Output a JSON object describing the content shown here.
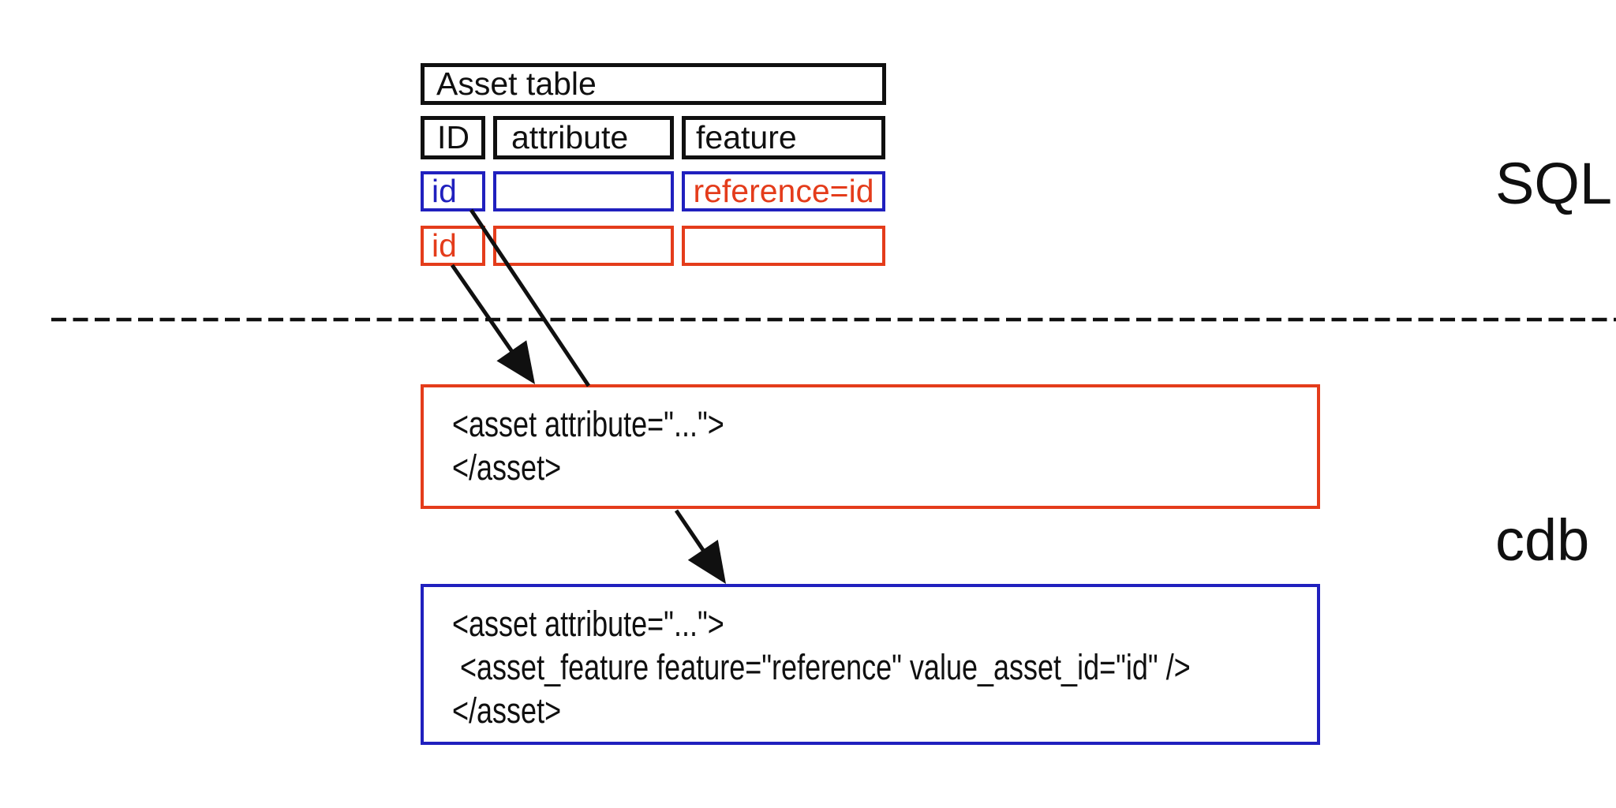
{
  "colors": {
    "red": "#e43c1b",
    "blue": "#2020be",
    "ink": "#101010"
  },
  "sql_section": {
    "label": "SQL",
    "table": {
      "title": "Asset table",
      "columns": [
        "ID",
        "attribute",
        "feature"
      ],
      "row_blue": {
        "id": "id",
        "attribute": "",
        "feature": "reference=id"
      },
      "row_red": {
        "id": "id",
        "attribute": "",
        "feature": ""
      }
    }
  },
  "cdb_section": {
    "label": "cdb",
    "red_asset_box": {
      "lines": [
        "<asset attribute=\"...\">",
        "</asset>"
      ]
    },
    "blue_asset_box": {
      "lines": [
        "<asset attribute=\"...\">",
        " <asset_feature feature=\"reference\" value_asset_id=\"id\" />",
        "</asset>"
      ]
    }
  }
}
